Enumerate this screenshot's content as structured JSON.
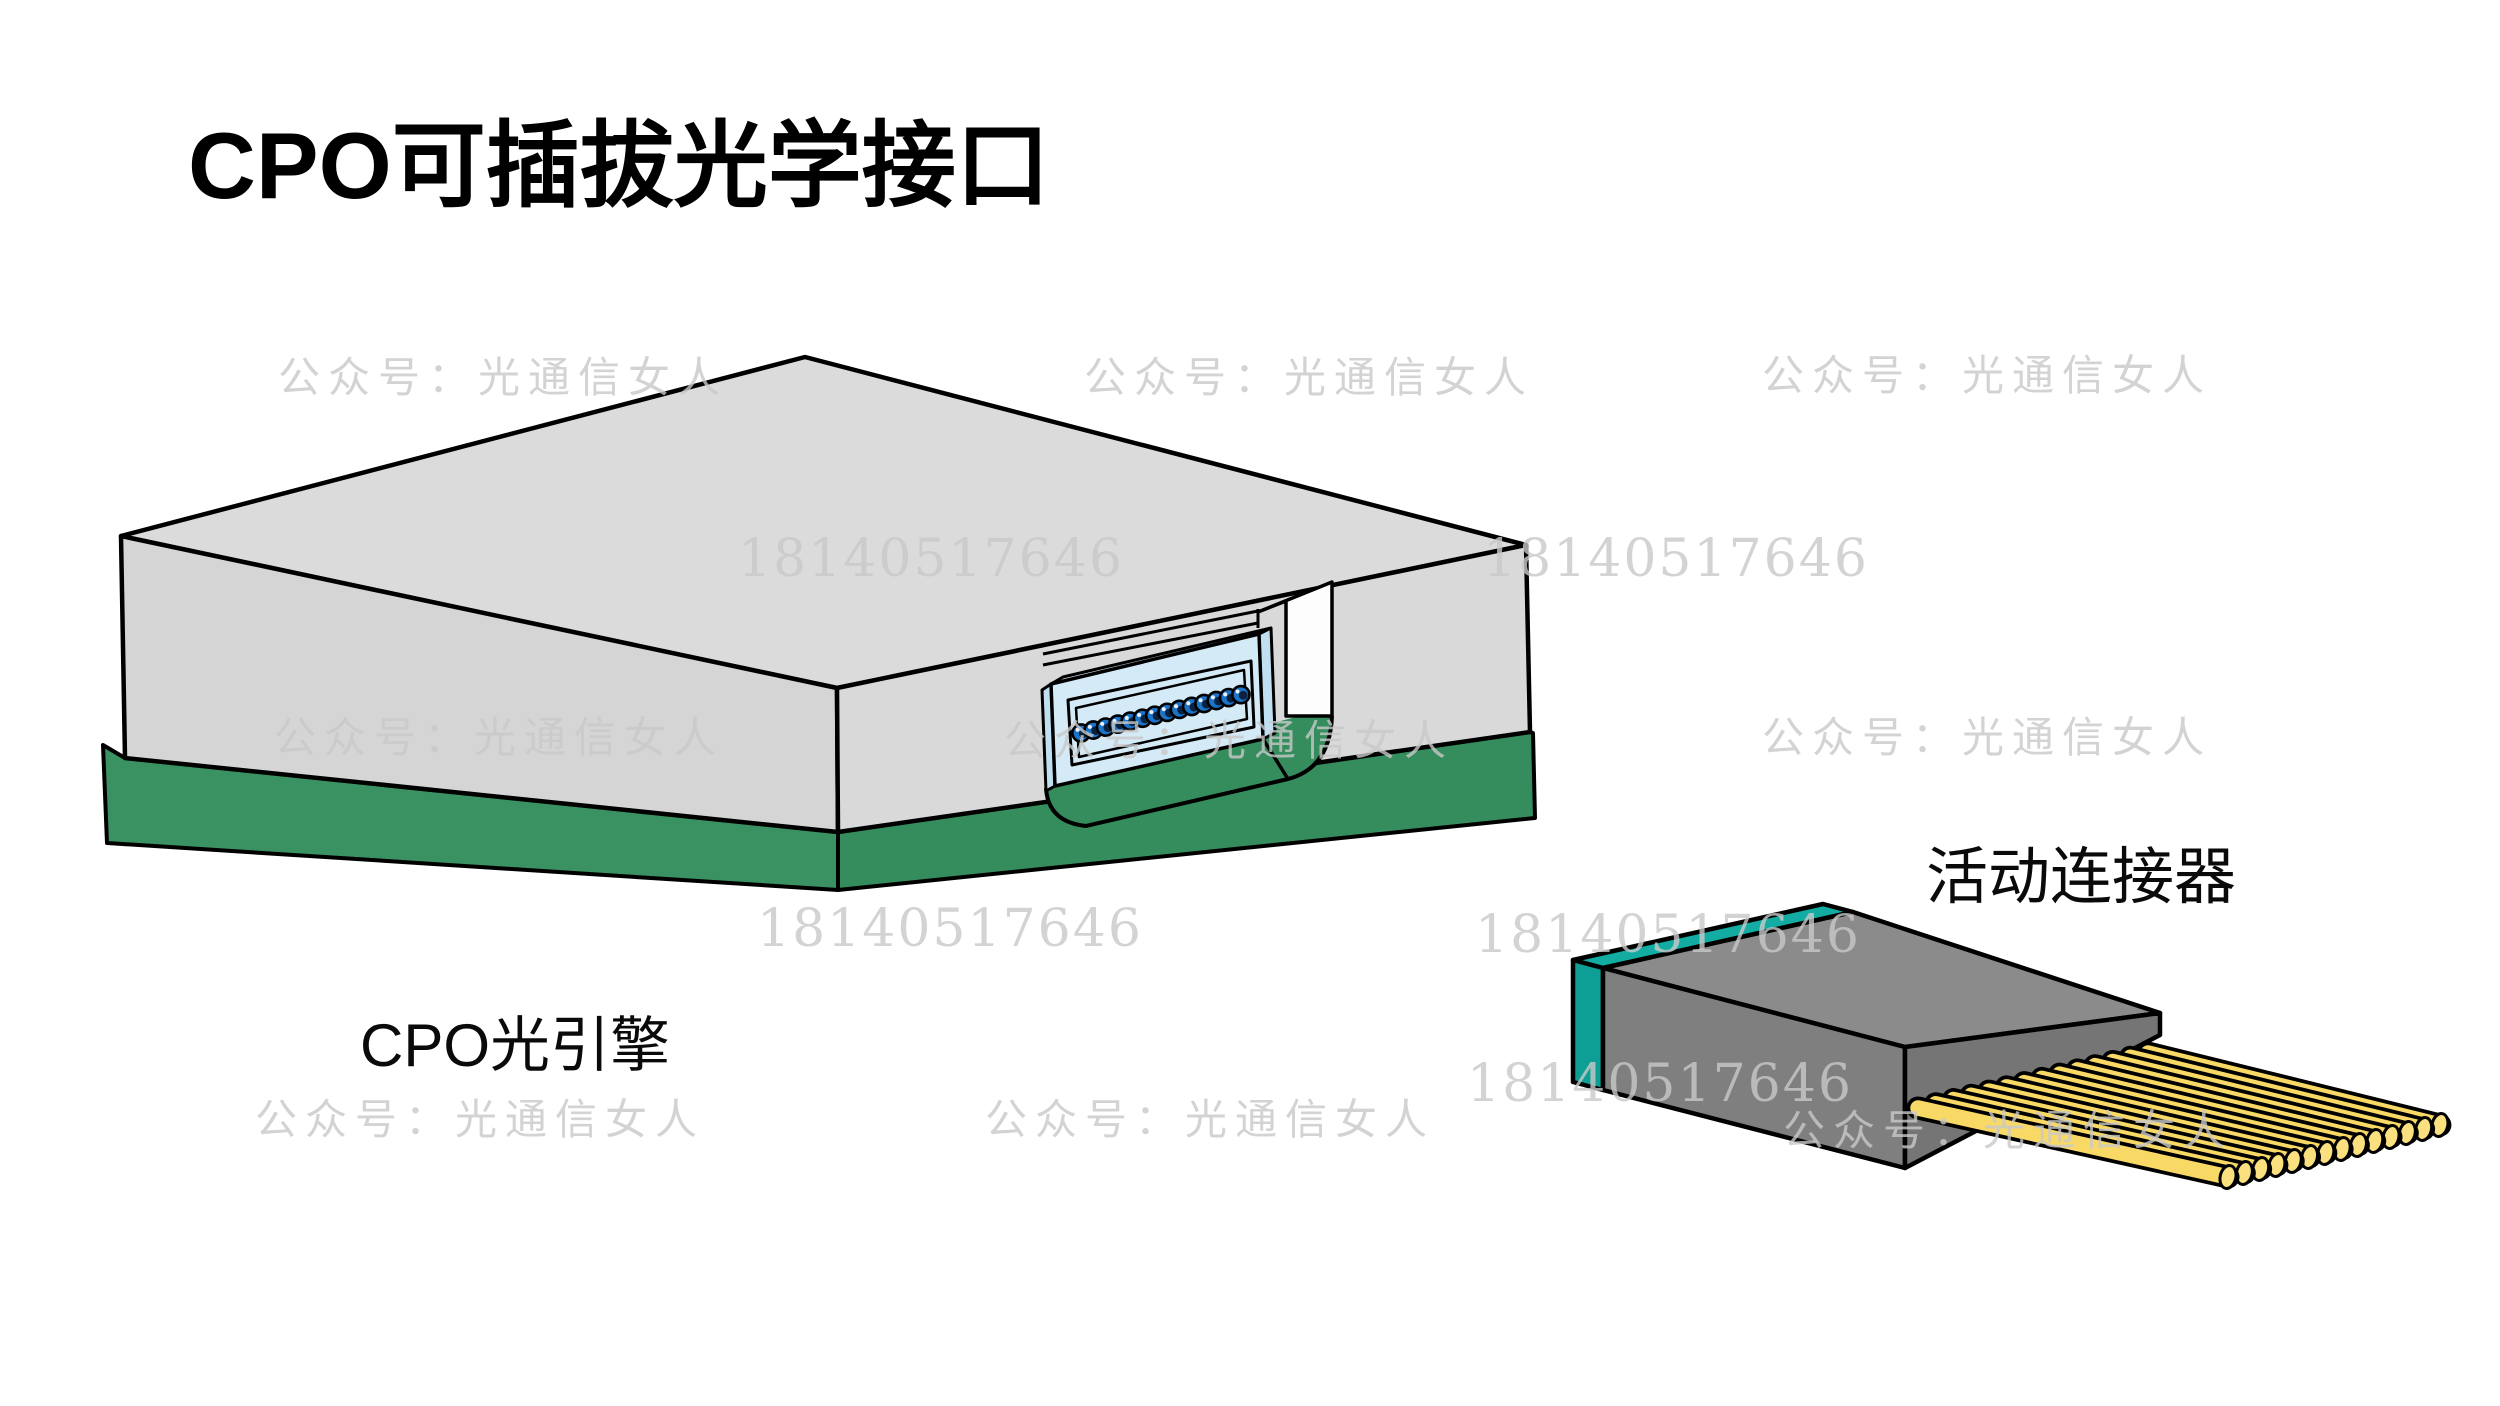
{
  "title": "CPO可插拔光学接口",
  "labels": {
    "optical_engine": "CPO光引擎",
    "movable_connector": "活动连接器"
  },
  "watermarks": {
    "account": "公众号：光通信女人",
    "phone": "18140517646"
  },
  "diagram": {
    "port_count": 14,
    "fiber_count": 14
  },
  "colors": {
    "background": "#ffffff",
    "ink": "#000000",
    "module_top": "#dbdbdb",
    "module_left": "#d5d5d5",
    "module_right": "#d9d9d9",
    "pcb_left": "#3a9161",
    "pcb_right": "#358c5c",
    "cavity": "#fdfdfd",
    "receptacle": "#d4ebf7",
    "receptacle_top": "#e2f2fa",
    "receptacle_side": "#c0dff0",
    "port_blue": "#1b74c8",
    "port_dark": "#0a2240",
    "conn_top": "#8b8b8b",
    "conn_left": "#7f7f7f",
    "conn_right": "#757575",
    "teal_top": "#12aca3",
    "teal_left": "#0d9e96",
    "fiber_yellow": "#f9d965",
    "fiber_tip": "#fbe07f",
    "watermark": "#c9c9c9"
  }
}
